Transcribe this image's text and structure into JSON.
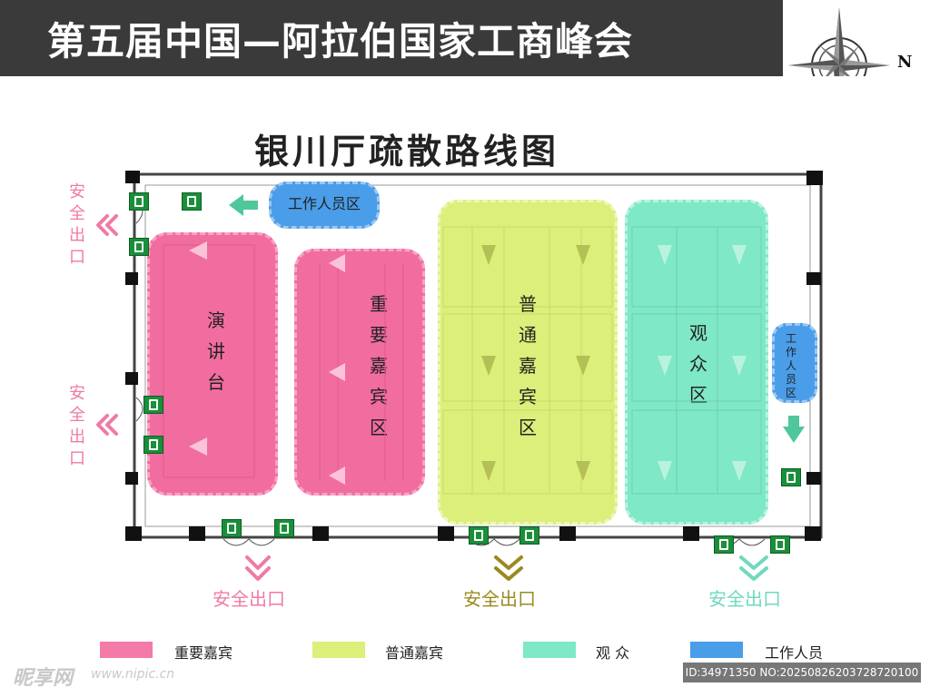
{
  "header": {
    "title": "第五届中国—阿拉伯国家工商峰会"
  },
  "compass": {
    "north_label": "N"
  },
  "plan": {
    "title": "银川厅疏散路线图"
  },
  "zones": {
    "stage": {
      "label": "演讲台",
      "color": "#f26d9f"
    },
    "vip": {
      "label": "重要嘉宾区",
      "color": "#f26d9f"
    },
    "guest": {
      "label": "普通嘉宾区",
      "color": "#dbef7a"
    },
    "audience": {
      "label": "观众区",
      "color": "#7fe8c6"
    },
    "staff_top": {
      "label": "工作人员区",
      "color": "#4a9de8"
    },
    "staff_right": {
      "label": "工作人员区",
      "color": "#4a9de8"
    }
  },
  "exits": {
    "left_top": {
      "label": "安全出口",
      "color": "#f07aa6"
    },
    "left_bottom": {
      "label": "安全出口",
      "color": "#f07aa6"
    },
    "bottom_left": {
      "label": "安全出口",
      "color": "#f07aa6"
    },
    "bottom_middle": {
      "label": "安全出口",
      "color": "#9a8a1e"
    },
    "bottom_right": {
      "label": "安全出口",
      "color": "#6fd9c0"
    }
  },
  "legend": [
    {
      "label": "重要嘉宾",
      "color": "#f47aa8"
    },
    {
      "label": "普通嘉宾",
      "color": "#dbef7a"
    },
    {
      "label": "观 众",
      "color": "#7fe8c6"
    },
    {
      "label": "工作人员",
      "color": "#4a9de8"
    }
  ],
  "footer": {
    "logo": "昵享网",
    "url": "www.nipic.cn",
    "id": "ID:34971350 NO:20250826203728720100"
  }
}
